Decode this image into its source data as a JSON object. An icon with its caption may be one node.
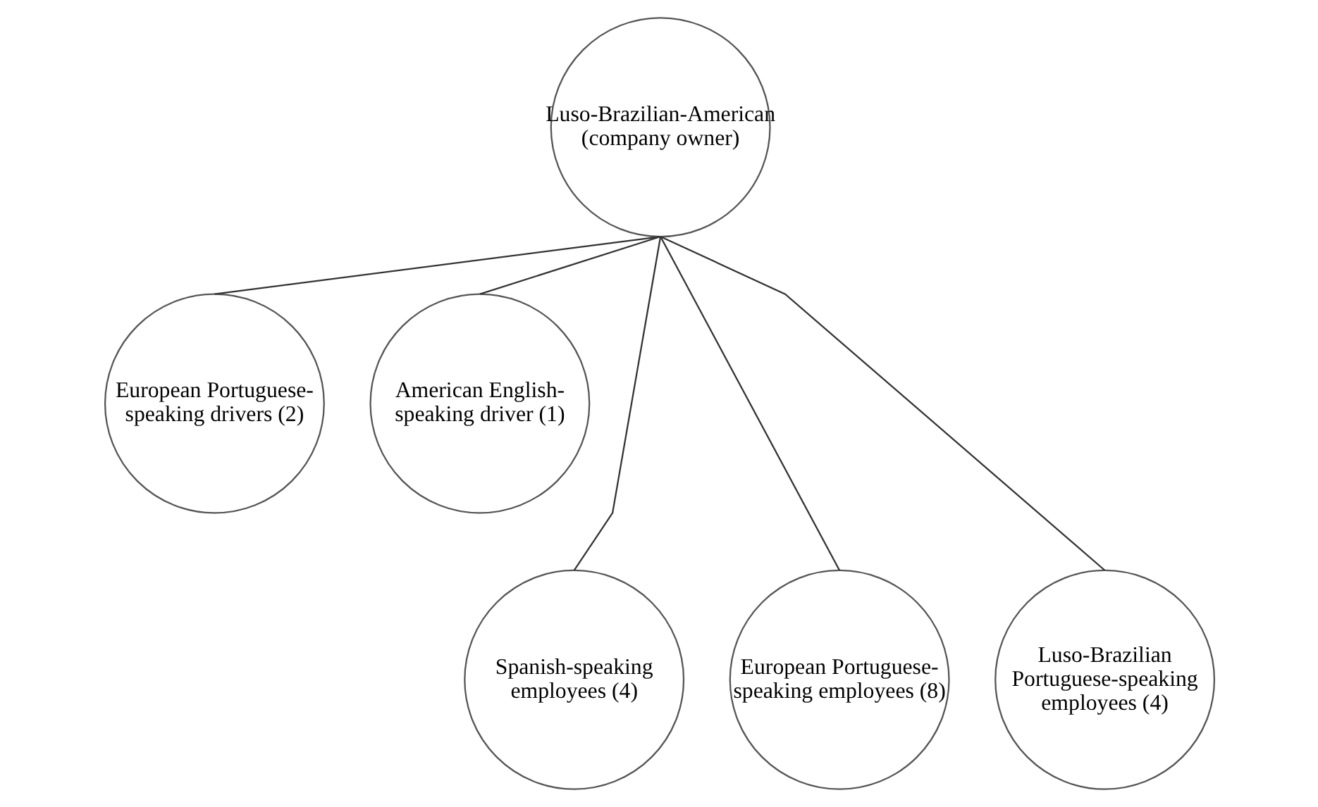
{
  "diagram": {
    "nodes": [
      {
        "text": [
          "Luso-Brazilian-American (company owner)"
        ]
      },
      {
        "text": [
          "European Portuguese-speaking drivers (2)"
        ]
      },
      {
        "text": [
          "American English-speaking driver (1)"
        ]
      },
      {
        "text": [
          "Spanish-speaking employees (4)"
        ]
      },
      {
        "text": [
          "European Portuguese-speaking employees (8)"
        ]
      },
      {
        "text": [
          "Luso-Brazilian Portuguese-speaking employees (4)"
        ]
      }
    ],
    "edges": [
      {
        "from": 0,
        "to": 1,
        "arrow": "none"
      },
      {
        "from": 0,
        "to": 2,
        "arrow": "none"
      },
      {
        "from": 0,
        "to": 3,
        "arrow": "none"
      },
      {
        "from": 0,
        "to": 4,
        "arrow": "none"
      },
      {
        "from": 0,
        "to": 5,
        "arrow": "none"
      }
    ]
  }
}
